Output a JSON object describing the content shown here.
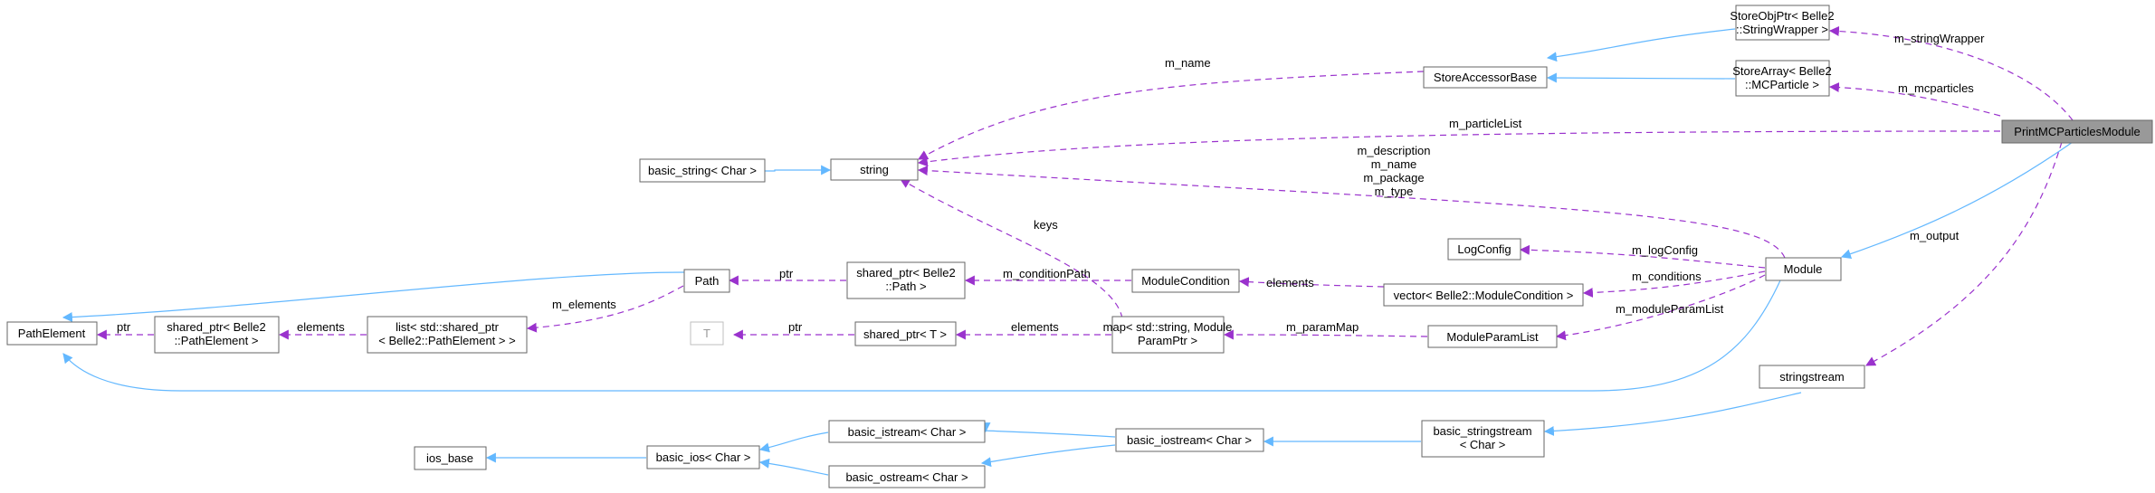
{
  "nodes": {
    "root": "PrintMCParticlesModule",
    "storeobj": "StoreObjPtr< Belle2\n::StringWrapper >",
    "storearray": "StoreArray< Belle2\n::MCParticle >",
    "storeaccessor": "StoreAccessorBase",
    "string": "string",
    "basic_string": "basic_string< Char >",
    "module": "Module",
    "logconfig": "LogConfig",
    "path": "Path",
    "sp_path": "shared_ptr< Belle2\n::Path >",
    "modulecondition": "ModuleCondition",
    "vec_modcond": "vector< Belle2::ModuleCondition >",
    "pathelement": "PathElement",
    "sp_pathelement": "shared_ptr< Belle2\n::PathElement >",
    "list_sp": "list< std::shared_ptr\n< Belle2::PathElement > >",
    "T": "T",
    "sp_T": "shared_ptr< T >",
    "map": "map< std::string, Module\nParamPtr >",
    "moduleparamlist": "ModuleParamList",
    "stringstream": "stringstream",
    "basic_stringstream": "basic_stringstream\n< Char >",
    "basic_iostream": "basic_iostream< Char >",
    "basic_istream": "basic_istream< Char >",
    "basic_ostream": "basic_ostream< Char >",
    "basic_ios": "basic_ios< Char >",
    "ios_base": "ios_base"
  },
  "edge_labels": {
    "m_stringWrapper": "m_stringWrapper",
    "m_mcparticles": "m_mcparticles",
    "m_particleList": "m_particleList",
    "m_name": "m_name",
    "m_module_members": "m_description\nm_name\nm_package\nm_type",
    "m_output": "m_output",
    "keys": "keys",
    "m_logConfig": "m_logConfig",
    "m_conditions": "m_conditions",
    "m_moduleParamList": "m_moduleParamList",
    "elements_cond": "elements",
    "m_conditionPath": "m_conditionPath",
    "ptr_path": "ptr",
    "m_elements": "m_elements",
    "elements_list": "elements",
    "ptr_pe": "ptr",
    "ptr_T": "ptr",
    "elements_map": "elements",
    "m_paramMap": "m_paramMap"
  },
  "colors": {
    "inheritance": "#63b8ff",
    "usage": "#9a32cd",
    "root_fill": "#999999",
    "node_border": "#666666",
    "ghost_border": "#bfbfbf"
  }
}
